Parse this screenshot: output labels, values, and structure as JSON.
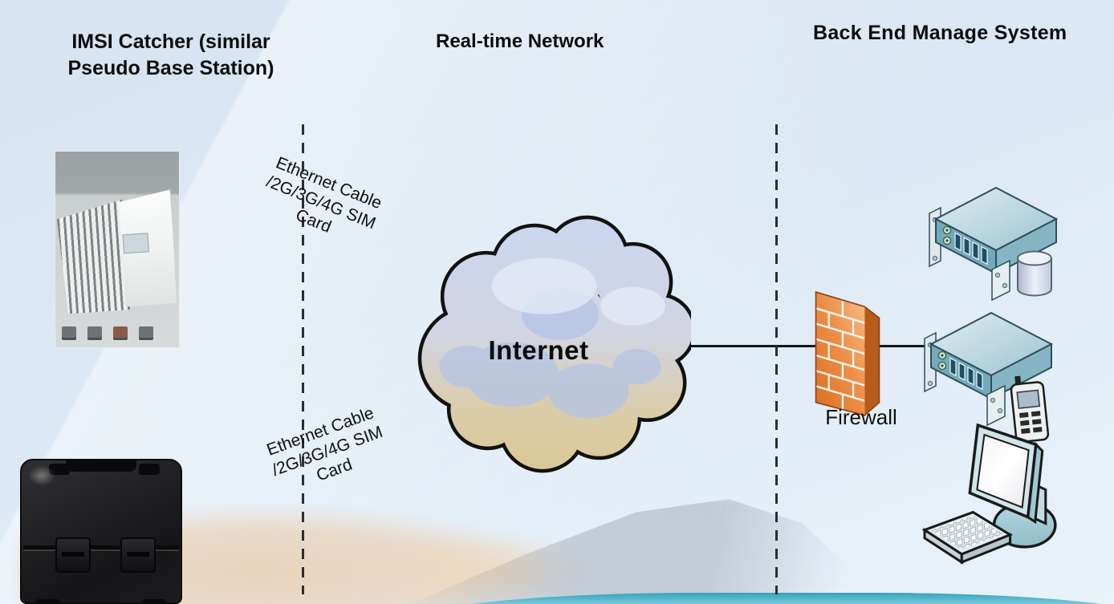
{
  "titles": {
    "imsi": {
      "line1": "IMSI Catcher (similar",
      "line2": "Pseudo Base Station)"
    },
    "network": "Real-time Network",
    "backend": "Back End Manage System"
  },
  "connection_labels": {
    "upper": {
      "line1": "Ethernet Cable",
      "line2": "/2G/3G/4G  SIM",
      "line3": "Card"
    },
    "lower": {
      "line1": "Ethernet Cable",
      "line2": "/2G/3G/4G SIM",
      "line3": "Card"
    }
  },
  "cloud": {
    "label": "Internet"
  },
  "firewall": {
    "label": "Firewall"
  },
  "icons": {
    "cloud": "internet-cloud-icon",
    "firewall": "firewall-brick-wall-icon",
    "server_with_database": "rack-server-database-icon",
    "server_with_phone": "rack-server-phone-icon",
    "workstation": "monitor-keyboard-icon",
    "imsi_device": "imsi-catcher-device-photo",
    "carry_case": "portable-carry-case-photo"
  },
  "colors": {
    "background": "#dce8f3",
    "cloud_top": "#ccd6ee",
    "cloud_bottom": "#dbc896",
    "firewall_orange": "#e8823c",
    "server_teal": "#85b5c4",
    "bottom_band_teal": "#33a2ba",
    "line": "#151515",
    "text": "#0d0d0d"
  }
}
